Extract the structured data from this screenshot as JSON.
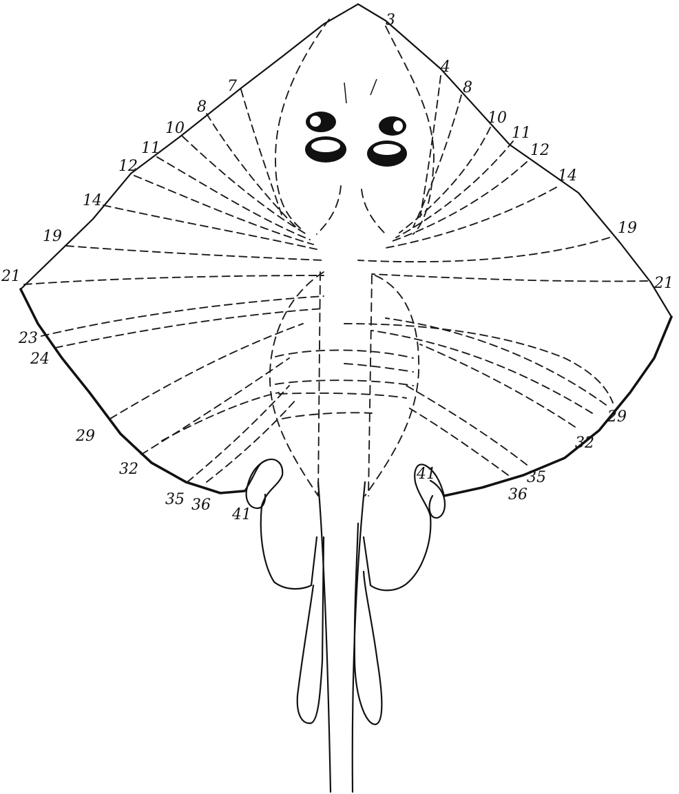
{
  "figure": {
    "labels": {
      "snout": "3",
      "left": [
        "7",
        "8",
        "10",
        "11",
        "12",
        "14",
        "19",
        "21",
        "23",
        "24",
        "29",
        "32",
        "35",
        "36",
        "41"
      ],
      "right": [
        "4",
        "8",
        "10",
        "11",
        "12",
        "14",
        "19",
        "21",
        "29",
        "32",
        "35",
        "36",
        "41"
      ]
    },
    "colors": {
      "ink": "#111111",
      "paper": "#ffffff"
    }
  }
}
